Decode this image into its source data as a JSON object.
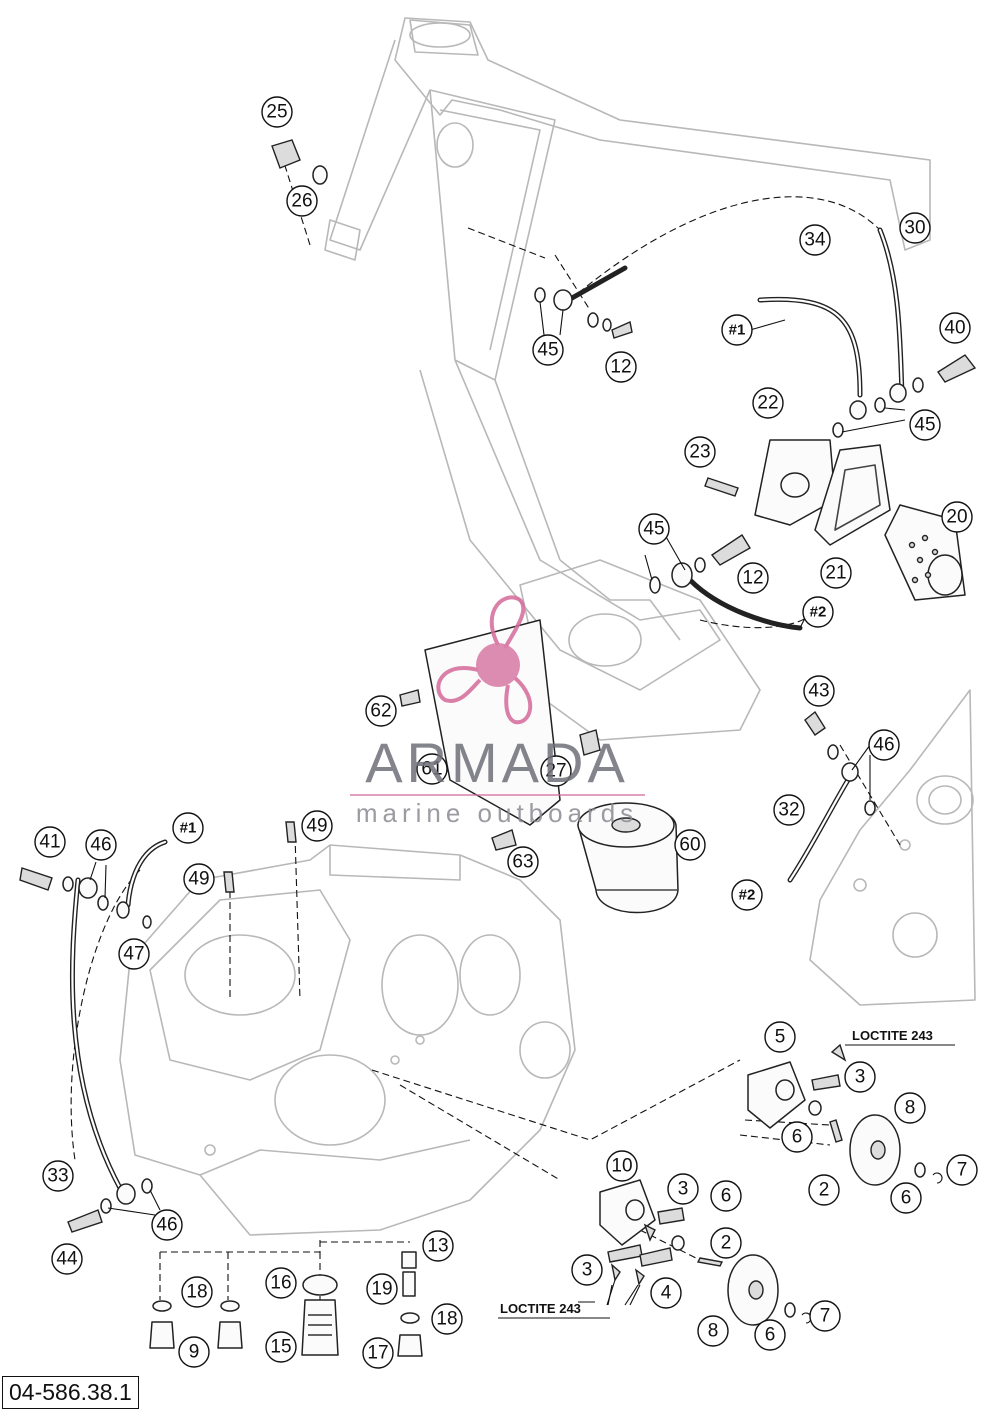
{
  "diagram": {
    "document_number": "04-586.38.1",
    "notes": {
      "loctite_upper": "LOCTITE 243",
      "loctite_lower": "LOCTITE 243"
    },
    "callouts": {
      "c25": "25",
      "c26": "26",
      "c45a": "45",
      "c12a": "12",
      "c34": "34",
      "c30": "30",
      "c40": "40",
      "c45b": "45",
      "c22": "22",
      "c23": "23",
      "c20": "20",
      "c21": "21",
      "c45c": "45",
      "c12b": "12",
      "c62": "62",
      "c61": "61",
      "c27": "27",
      "c43": "43",
      "c46a": "46",
      "c32": "32",
      "c41": "41",
      "c46b": "46",
      "c49a": "49",
      "c49b": "49",
      "c63": "63",
      "c60": "60",
      "c47": "47",
      "c5": "5",
      "c3a": "3",
      "c8a": "8",
      "c6a": "6",
      "c2a": "2",
      "c6b": "6",
      "c7a": "7",
      "c10": "10",
      "c3b": "3",
      "c6c": "6",
      "c2b": "2",
      "c3c": "3",
      "c4": "4",
      "c8b": "8",
      "c6d": "6",
      "c7b": "7",
      "c33": "33",
      "c46c": "46",
      "c44": "44",
      "c13": "13",
      "c18a": "18",
      "c16": "16",
      "c19": "19",
      "c18b": "18",
      "c9": "9",
      "c15": "15",
      "c17": "17"
    },
    "refs": {
      "r1a": "#1",
      "r2a": "#2",
      "r2b": "#2",
      "r1b": "#1"
    }
  },
  "watermark": {
    "brand": "ARMADA",
    "tagline": "marine outboards",
    "accent_color": "#d46a9a"
  }
}
